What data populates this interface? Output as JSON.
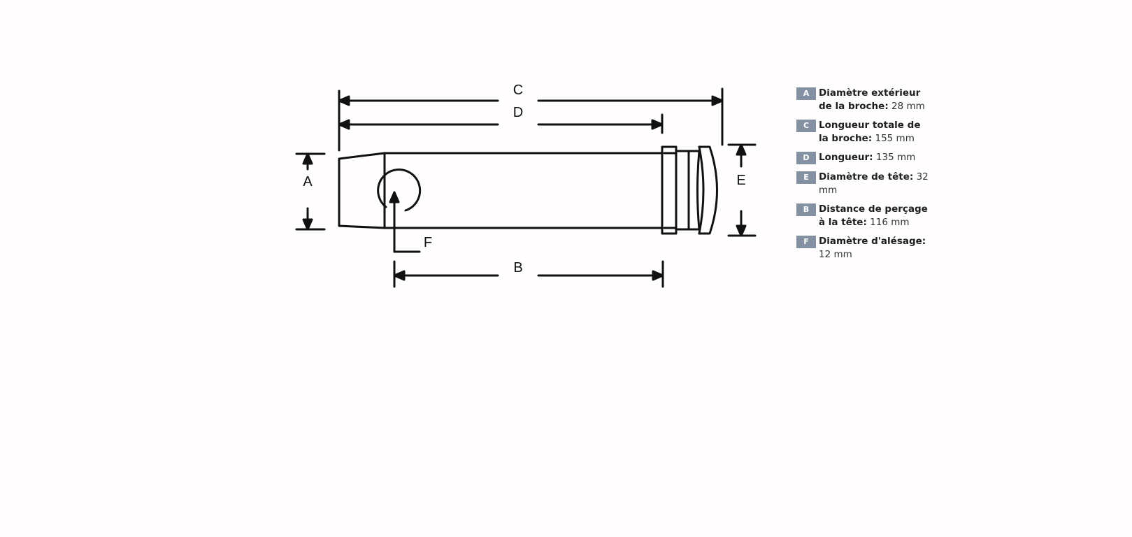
{
  "diagram": {
    "dimension_letters": {
      "a": "A",
      "b": "B",
      "c": "C",
      "d": "D",
      "e": "E",
      "f": "F"
    }
  },
  "legend": {
    "badge_color": "#8391a3",
    "items": [
      {
        "letter": "A",
        "label": "Diamètre extérieur de la broche:",
        "value": "28 mm"
      },
      {
        "letter": "C",
        "label": "Longueur totale de la broche:",
        "value": "155 mm"
      },
      {
        "letter": "D",
        "label": "Longueur:",
        "value": "135 mm"
      },
      {
        "letter": "E",
        "label": "Diamètre de tête:",
        "value": "32 mm"
      },
      {
        "letter": "B",
        "label": "Distance de perçage à la tête:",
        "value": "116 mm"
      },
      {
        "letter": "F",
        "label": "Diamètre d'alésage:",
        "value": "12 mm"
      }
    ]
  }
}
